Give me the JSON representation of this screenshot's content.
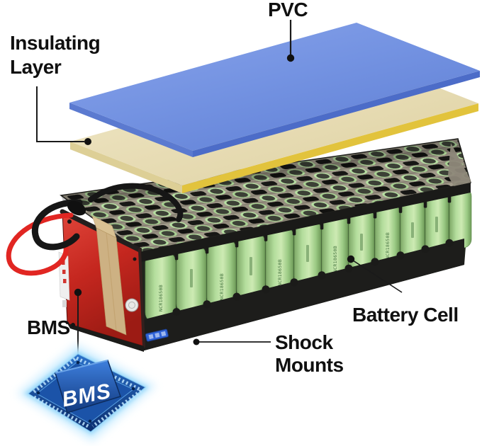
{
  "figure": {
    "type": "exploded-component-diagram",
    "subject": "lithium-ion 18650 battery pack with annotated components"
  },
  "labels": {
    "pvc": "PVC",
    "insulating_line1": "Insulating",
    "insulating_line2": "Layer",
    "bms": "BMS",
    "battery_cell": "Battery Cell",
    "shock_line1": "Shock",
    "shock_line2": "Mounts"
  },
  "chip": {
    "label": "BMS"
  },
  "cell": {
    "print": "NCR18650B"
  },
  "colors": {
    "background": "#ffffff",
    "label_text": "#101010",
    "pvc_blue": "#7493e2",
    "pvc_edge_blue": "#4c6cc8",
    "insulation_cream": "#ece1bb",
    "insulation_yellow_edge": "#e2c33c",
    "cell_green": "#abd995",
    "cell_print_green": "#2c5f2b",
    "holder_black": "#1d1d1b",
    "nickel_gray": "#9d9789",
    "bms_board_red": "#c5271f",
    "tape_tan": "#cdb183",
    "wire_red": "#e12622",
    "wire_black": "#161616",
    "connector_blue": "#2f62d6",
    "chip_blue": "#1d55ab",
    "chip_glow": "#bfe9ff"
  }
}
